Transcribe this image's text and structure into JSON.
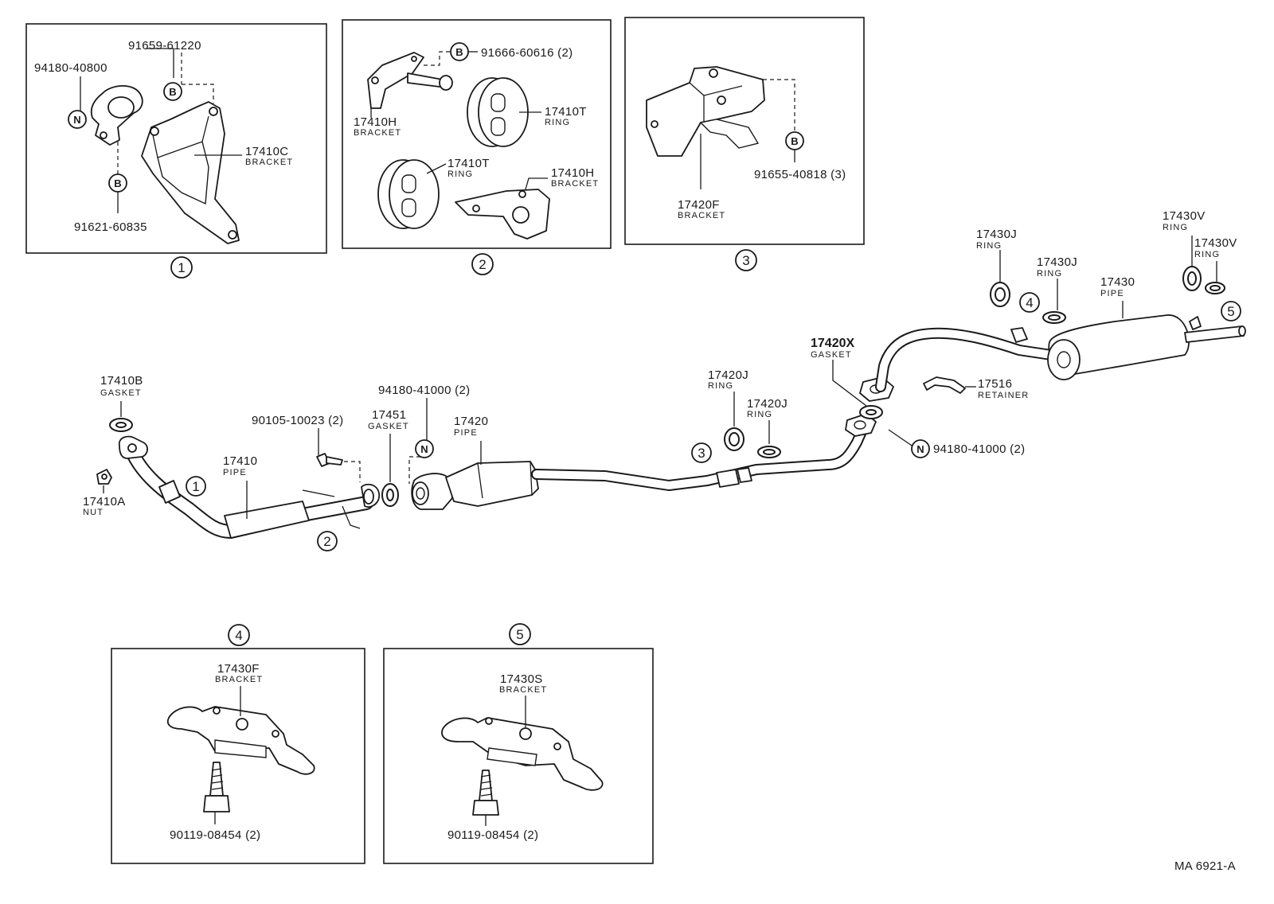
{
  "diagram": {
    "sheet_code": "MA 6921-A",
    "groups": [
      {
        "id": "1",
        "label": "①"
      },
      {
        "id": "2",
        "label": "②"
      },
      {
        "id": "3",
        "label": "③"
      },
      {
        "id": "4",
        "label": "④"
      },
      {
        "id": "5",
        "label": "⑤"
      }
    ],
    "badges": {
      "B": "B",
      "N": "N"
    },
    "callouts": {
      "p_94180_40800": "94180-40800",
      "p_91659_61220": "91659-61220",
      "p_17410C": "17410C",
      "p_91621_60835": "91621-60835",
      "p_91666_60616": "91666-60616 (2)",
      "p_17410H_a": "17410H",
      "p_17410T_a": "17410T",
      "p_17410T_b": "17410T",
      "p_17410H_b": "17410H",
      "p_17420F": "17420F",
      "p_91655_40818": "91655-40818 (3)",
      "p_17410B": "17410B",
      "p_17410A": "17410A",
      "p_17410": "17410",
      "p_90105_10023": "90105-10023 (2)",
      "p_17451": "17451",
      "p_94180_41000_a": "94180-41000 (2)",
      "p_17420": "17420",
      "p_17420J_a": "17420J",
      "p_17420J_b": "17420J",
      "p_17420X": "17420X",
      "p_94180_41000_b": "94180-41000 (2)",
      "p_17516": "17516",
      "p_17430J_a": "17430J",
      "p_17430J_b": "17430J",
      "p_17430": "17430",
      "p_17430V_a": "17430V",
      "p_17430V_b": "17430V",
      "p_17430F": "17430F",
      "p_90119_08454_a": "90119-08454 (2)",
      "p_17430S": "17430S",
      "p_90119_08454_b": "90119-08454 (2)"
    },
    "names": {
      "bracket": "BRACKET",
      "ring": "RING",
      "gasket": "GASKET",
      "pipe": "PIPE",
      "nut": "NUT",
      "retainer": "RETAINER"
    }
  }
}
